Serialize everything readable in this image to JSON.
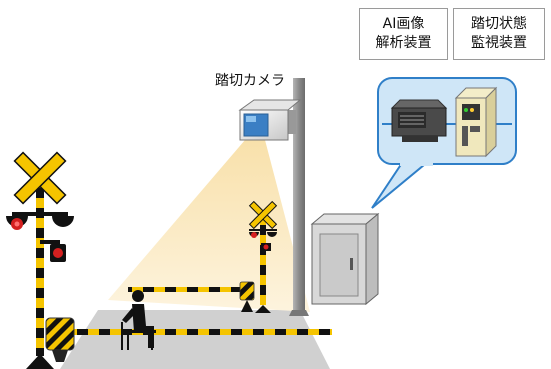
{
  "boxes": {
    "ai_analysis": {
      "line1": "AI画像",
      "line2": "解析装置"
    },
    "crossing_monitor": {
      "line1": "踏切状態",
      "line2": "監視装置"
    }
  },
  "camera_label": "踏切カメラ",
  "colors": {
    "stripe_yellow": "#f5c400",
    "stripe_black": "#111111",
    "view_cone": "#fbecc8",
    "callout_fill": "#cfe6f7",
    "callout_stroke": "#2f7fc8",
    "road": "#d0d0d0",
    "pole": "#8f8f8f",
    "lamp_red": "#d42020"
  },
  "icons": [
    "railroad-crossing-sign",
    "camera",
    "cabinet",
    "monitor",
    "server",
    "person"
  ]
}
